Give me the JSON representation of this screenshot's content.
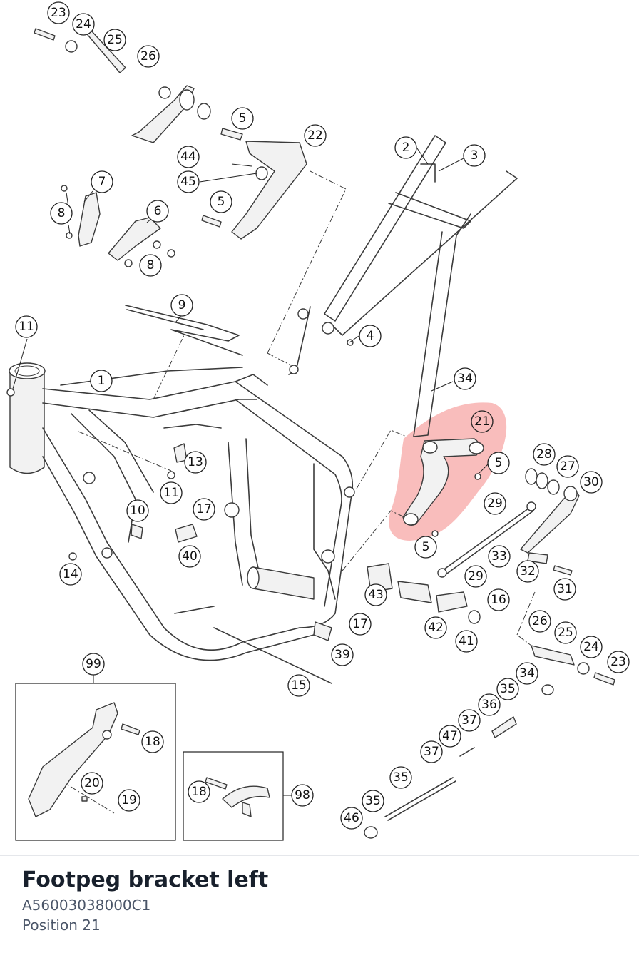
{
  "part": {
    "name": "Footpeg bracket left",
    "number": "A56003038000C1",
    "position_label": "Position 21"
  },
  "highlight": {
    "callout": "21",
    "color": "#f0625f"
  },
  "callouts": [
    "23",
    "24",
    "25",
    "26",
    "5",
    "22",
    "2",
    "3",
    "44",
    "45",
    "7",
    "8",
    "6",
    "5",
    "8",
    "9",
    "4",
    "11",
    "1",
    "34",
    "21",
    "5",
    "28",
    "27",
    "30",
    "29",
    "13",
    "11",
    "17",
    "10",
    "40",
    "14",
    "5",
    "33",
    "29",
    "32",
    "31",
    "43",
    "16",
    "42",
    "41",
    "17",
    "39",
    "15",
    "26",
    "25",
    "24",
    "23",
    "99",
    "18",
    "20",
    "19",
    "34",
    "35",
    "36",
    "37",
    "47",
    "37",
    "35",
    "18",
    "98",
    "35",
    "46"
  ]
}
